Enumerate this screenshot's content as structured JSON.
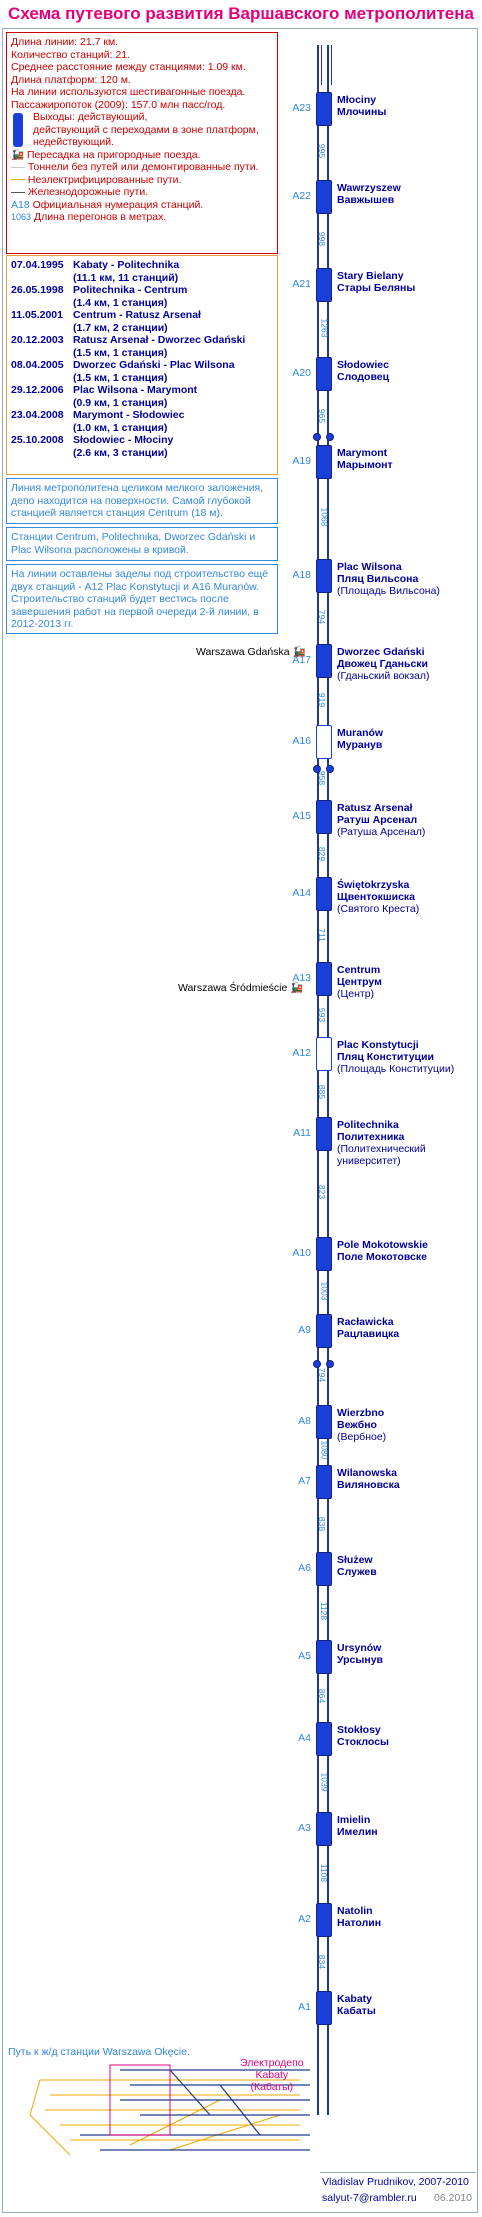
{
  "title": "Схема путевого развития Варшавского метрополитена",
  "legend": {
    "lines": [
      "Длина линии: 21.7 км.",
      "Количество станций: 21.",
      "Среднее расстояние между станциями: 1.09 км.",
      "Длина платформ: 120 м.",
      "На линии используются шестивагонные поезда.",
      "Пассажиропоток (2009): 157.0 млн пасс/год."
    ],
    "exits_1": "Выходы: действующий,",
    "exits_2": "действующий с переходами в зоне платформ,",
    "exits_3": "недействующий.",
    "transfer": "Пересадка на пригородные поезда.",
    "tunnels": "Тоннели без путей или демонтированные пути.",
    "non_electrified": "Неэлектрифицированные пути.",
    "railway": "Железнодорожные пути.",
    "numbering_code": "A18",
    "numbering": "Официальная нумерация станций.",
    "distance_code": "1063",
    "distance": "Длина перегонов в метрах."
  },
  "history": [
    {
      "date": "07.04.1995",
      "route": "Kabaty - Politechnika",
      "detail": "(11.1 км, 11 станций)"
    },
    {
      "date": "26.05.1998",
      "route": "Politechnika - Centrum",
      "detail": "(1.4 км, 1 станция)"
    },
    {
      "date": "11.05.2001",
      "route": "Centrum - Ratusz Arsenał",
      "detail": "(1.7 км, 2 станции)"
    },
    {
      "date": "20.12.2003",
      "route": "Ratusz Arsenał - Dworzec Gdański",
      "detail": "(1.5 км, 1 станция)"
    },
    {
      "date": "08.04.2005",
      "route": "Dworzec Gdański - Plac Wilsona",
      "detail": "(1.5 км, 1 станция)"
    },
    {
      "date": "29.12.2006",
      "route": "Plac Wilsona - Marymont",
      "detail": "(0.9 км, 1 станция)"
    },
    {
      "date": "23.04.2008",
      "route": "Marymont - Słodowiec",
      "detail": "(1.0 км, 1 станция)"
    },
    {
      "date": "25.10.2008",
      "route": "Słodowiec - Młociny",
      "detail": "(2.6 км, 3 станции)"
    }
  ],
  "notes": [
    "Линия метрополитена целиком мелкого заложения, депо находится на поверхности. Самой глубокой станцией является станция Centrum (18 м).",
    "Станции Centrum, Politechnika, Dworzec Gdański и Plac Wilsona расположены в кривой.",
    "На линии оставлены заделы под строительство ещё двух станций - A12 Plac Konstytucji и A16 Muranów. Строительство станций будет вестись после завершения работ на первой очереди 2-й линии, в 2012-2013 гг."
  ],
  "stations": [
    {
      "code": "A23",
      "pl": "Młociny",
      "ru": "Млочины",
      "extra": ""
    },
    {
      "code": "A22",
      "pl": "Wawrzyszew",
      "ru": "Вавжышев",
      "extra": ""
    },
    {
      "code": "A21",
      "pl": "Stary Bielany",
      "ru": "Стары Беляны",
      "extra": ""
    },
    {
      "code": "A20",
      "pl": "Słodowiec",
      "ru": "Слодовец",
      "extra": ""
    },
    {
      "code": "A19",
      "pl": "Marymont",
      "ru": "Марымонт",
      "extra": ""
    },
    {
      "code": "A18",
      "pl": "Plac Wilsona",
      "ru": "Пляц Вильсона",
      "extra": "(Площадь Вильсона)"
    },
    {
      "code": "A17",
      "pl": "Dworzec Gdański",
      "ru": "Двожец Гданьски",
      "extra": "(Гданьский вокзал)"
    },
    {
      "code": "A16",
      "pl": "Muranów",
      "ru": "Муранув",
      "extra": ""
    },
    {
      "code": "A15",
      "pl": "Ratusz Arsenał",
      "ru": "Ратуш Арсенал",
      "extra": "(Ратуша Арсенал)"
    },
    {
      "code": "A14",
      "pl": "Świętokrzyska",
      "ru": "Щвентокшиска",
      "extra": "(Святого Креста)"
    },
    {
      "code": "A13",
      "pl": "Centrum",
      "ru": "Центрум",
      "extra": "(Центр)"
    },
    {
      "code": "A12",
      "pl": "Plac Konstytucji",
      "ru": "Пляц Конституции",
      "extra": "(Площадь Конституции)"
    },
    {
      "code": "A11",
      "pl": "Politechnika",
      "ru": "Политехника",
      "extra": "(Политехнический университет)"
    },
    {
      "code": "A10",
      "pl": "Pole Mokotowskie",
      "ru": "Поле Мокотовске",
      "extra": ""
    },
    {
      "code": "A9",
      "pl": "Racławicka",
      "ru": "Рацлавицка",
      "extra": ""
    },
    {
      "code": "A8",
      "pl": "Wierzbno",
      "ru": "Вежбно",
      "extra": "(Вербное)"
    },
    {
      "code": "A7",
      "pl": "Wilanowska",
      "ru": "Виляновска",
      "extra": ""
    },
    {
      "code": "A6",
      "pl": "Służew",
      "ru": "Служев",
      "extra": ""
    },
    {
      "code": "A5",
      "pl": "Ursynów",
      "ru": "Урсынув",
      "extra": ""
    },
    {
      "code": "A4",
      "pl": "Stokłosy",
      "ru": "Стоклосы",
      "extra": ""
    },
    {
      "code": "A3",
      "pl": "Imielin",
      "ru": "Имелин",
      "extra": ""
    },
    {
      "code": "A2",
      "pl": "Natolin",
      "ru": "Натолин",
      "extra": ""
    },
    {
      "code": "A1",
      "pl": "Kabaty",
      "ru": "Кабаты",
      "extra": ""
    }
  ],
  "distances": [
    "995",
    "998",
    "1263",
    "965",
    "1068",
    "794",
    "919",
    "958",
    "829",
    "711",
    "593",
    "885",
    "823",
    "1003",
    "794",
    "1080",
    "838",
    "1128",
    "864",
    "1039",
    "1108",
    "834"
  ],
  "rail_stations": {
    "gdanska": "Warszawa Gdańska",
    "srodmiescie": "Warszawa Śródmieście"
  },
  "depot": {
    "name": "Электродепо",
    "pl": "Kabaty",
    "ru": "(Кабаты)"
  },
  "okecie": "Путь к ж/д станции Warszawa Okęcie.",
  "footer": {
    "author": "Vladislav Prudnikov, 2007-2010",
    "email": "salyut-7@rambler.ru",
    "date": "06.2010"
  },
  "colors": {
    "title": "#e4007c",
    "station": "#1a3ed8",
    "text": "#00009c",
    "code": "#3388dd",
    "depot": "#e4007c",
    "yard": "#f0a800"
  }
}
